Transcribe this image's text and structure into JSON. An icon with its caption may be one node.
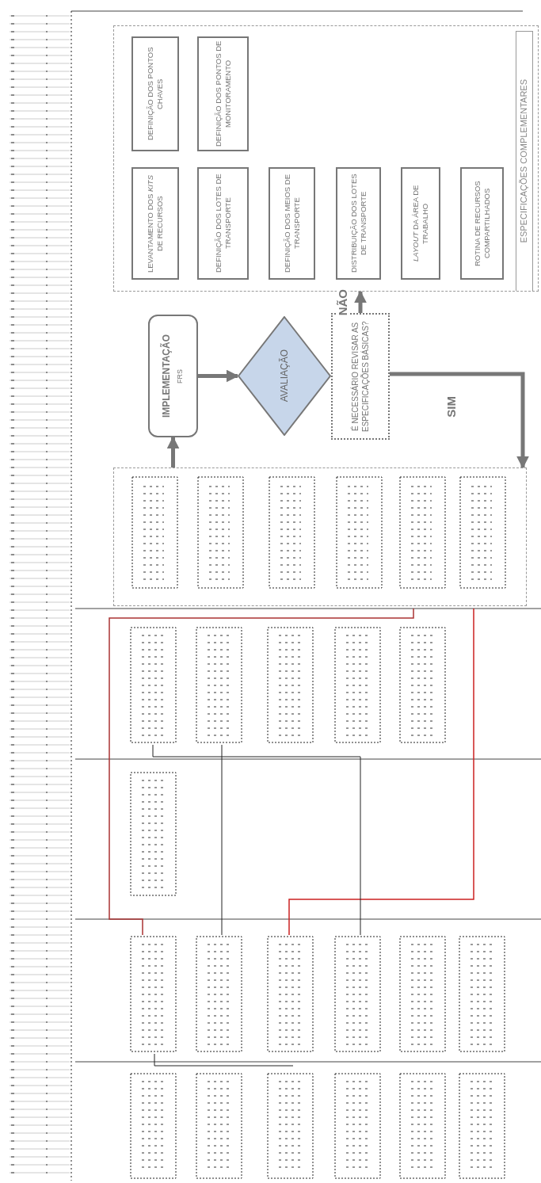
{
  "diagram": {
    "nodes": [
      {
        "text": [
          "ESPECIFICAÇÕES COMPLEMENTARES"
        ]
      },
      {
        "text": [
          "DEFINIÇÃO DOS PONTOS CHAVES"
        ],
        "in": 0
      },
      {
        "text": [
          "DEFINIÇÃO DOS PONTOS DE MONITORAMENTO"
        ],
        "in": 0
      },
      {
        "text": [
          "LEVANTAMENTO DOS *KITS* DE RECURSOS"
        ],
        "in": 0
      },
      {
        "text": [
          "DEFINIÇÃO DOS LOTES DE TRANSPORTE"
        ],
        "in": 0
      },
      {
        "text": [
          "DEFINIÇÃO DOS MEIOS DE TRANSPORTE"
        ],
        "in": 0
      },
      {
        "text": [
          "DISTRIBUIÇÃO DOS LOTES DE TRANSPORTE"
        ],
        "in": 0
      },
      {
        "text": [
          "*LAYOUT* DA ÁREA DE TRABALHO"
        ],
        "in": 0
      },
      {
        "text": [
          "ROTINA DE RECURSOS COMPARTILHADOS"
        ],
        "in": 0
      },
      {
        "text": [
          "IMPLEMENTAÇÃO",
          "FRS"
        ]
      },
      {
        "text": [
          "AVALIAÇÃO"
        ]
      },
      {
        "text": [
          "É NECESSÁRIO REVISAR AS ESPECIFICAÇÕES BÁSICAS?"
        ]
      },
      {
        "text": [],
        "shape": "box"
      }
    ],
    "edges": [
      {
        "from": 12,
        "to": 9,
        "arrow": "to"
      },
      {
        "from": 9,
        "to": 10,
        "arrow": "to"
      },
      {
        "from": 11,
        "to": 0,
        "arrow": "to",
        "label": "NÃO"
      },
      {
        "from": 11,
        "to": 12,
        "arrow": "to",
        "label": "SIM"
      }
    ]
  }
}
